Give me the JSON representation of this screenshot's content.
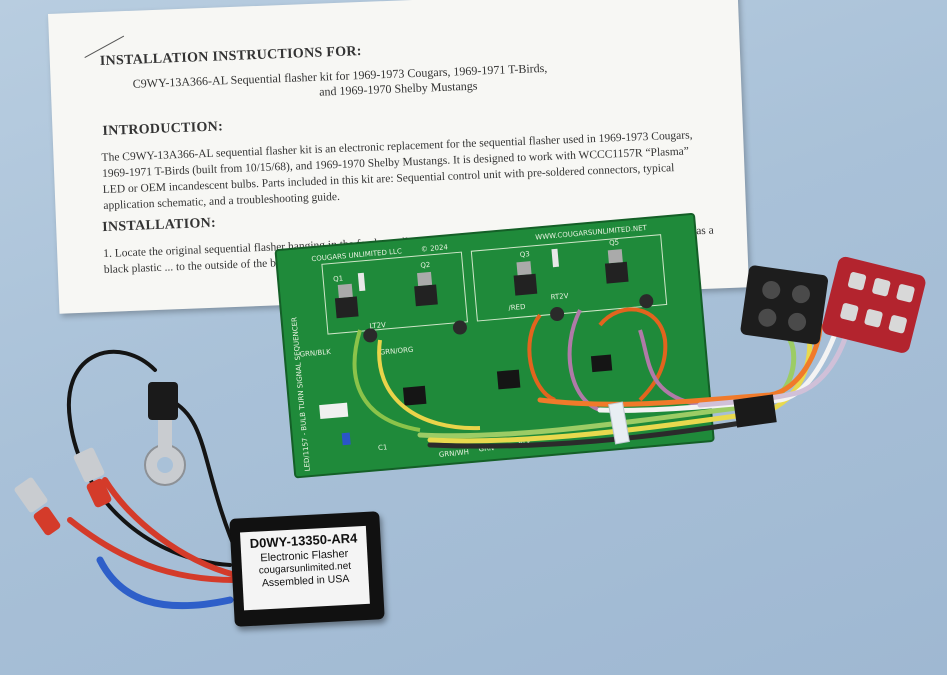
{
  "photo": {
    "instructions": {
      "title": "INSTALLATION INSTRUCTIONS FOR:",
      "subtitle_line1": "C9WY-13A366-AL Sequential flasher kit for 1969-1973 Cougars, 1969-1971 T-Birds,",
      "subtitle_line2": "and 1969-1970 Shelby Mustangs",
      "intro_heading": "INTRODUCTION:",
      "intro_text": "The C9WY-13A366-AL sequential flasher kit is an electronic replacement for the sequential flasher used in 1969-1973 Cougars, 1969-1971 T-Birds (built from 10/15/68), and 1969-1970 Shelby Mustangs. It is designed to work with WCCC1157R “Plasma” LED or OEM incandescent bulbs. Parts included in this kit are: Sequential control unit with pre-soldered connectors, typical application schematic, and a troubleshooting guide.",
      "install_heading": "INSTALLATION:",
      "install_text": "1.  Locate the original sequential flasher hanging in the fender well ... Cougars and Shelby Mustangs or mount ... is the unit that has a black plastic ... to the outside of the box. These f..."
    },
    "pcb": {
      "maker": "COUGARS UNLIMITED LLC",
      "year": "© 2024",
      "url": "WWW.COUGARSUNLIMITED.NET",
      "side_text": "LED/1157 - BULB TURN SIGNAL SEQUENCER",
      "labels": [
        "Q1",
        "Q2",
        "Q3",
        "Q5",
        "GRN/BLK",
        "GRN/ORG",
        "LT2V",
        "RT2V",
        "/RED",
        "GRN/WH",
        "GRN",
        "BLK",
        "C1"
      ]
    },
    "flasher_label": {
      "part": "D0WY-13350-AR4",
      "name": "Electronic Flasher",
      "site": "cougarsunlimited.net",
      "origin": "Assembled in USA"
    },
    "colors": {
      "background": "#a9c1d8",
      "pcb_green": "#1f8a3a",
      "paper": "#f7f7f4",
      "connector_red": "#b3242e"
    }
  }
}
